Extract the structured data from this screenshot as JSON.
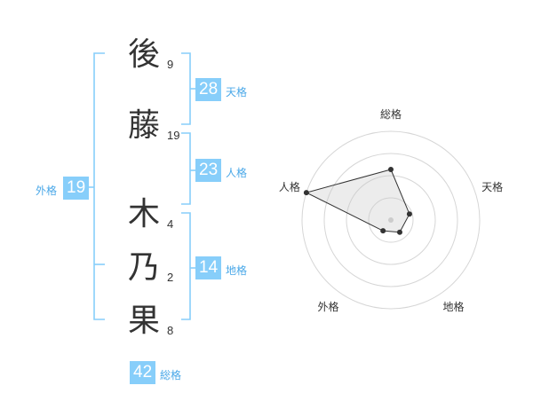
{
  "name": {
    "characters": [
      {
        "char": "後",
        "strokes": "9"
      },
      {
        "char": "藤",
        "strokes": "19"
      },
      {
        "char": "木",
        "strokes": "4"
      },
      {
        "char": "乃",
        "strokes": "2"
      },
      {
        "char": "果",
        "strokes": "8"
      }
    ]
  },
  "scores": {
    "tenkaku": {
      "value": "28",
      "label": "天格"
    },
    "jinkaku": {
      "value": "23",
      "label": "人格"
    },
    "chikaku": {
      "value": "14",
      "label": "地格"
    },
    "gaikaku": {
      "value": "19",
      "label": "外格"
    },
    "soukaku": {
      "value": "42",
      "label": "総格"
    }
  },
  "colors": {
    "accent": "#87cefa",
    "label": "#4aa8e8",
    "bracket": "#87cefa"
  },
  "chart_data": {
    "type": "radar",
    "axes": [
      "総格",
      "天格",
      "地格",
      "外格",
      "人格"
    ],
    "values": [
      0.57,
      0.22,
      0.17,
      0.15,
      1.0
    ],
    "rings": 4,
    "range": [
      0,
      1
    ]
  }
}
